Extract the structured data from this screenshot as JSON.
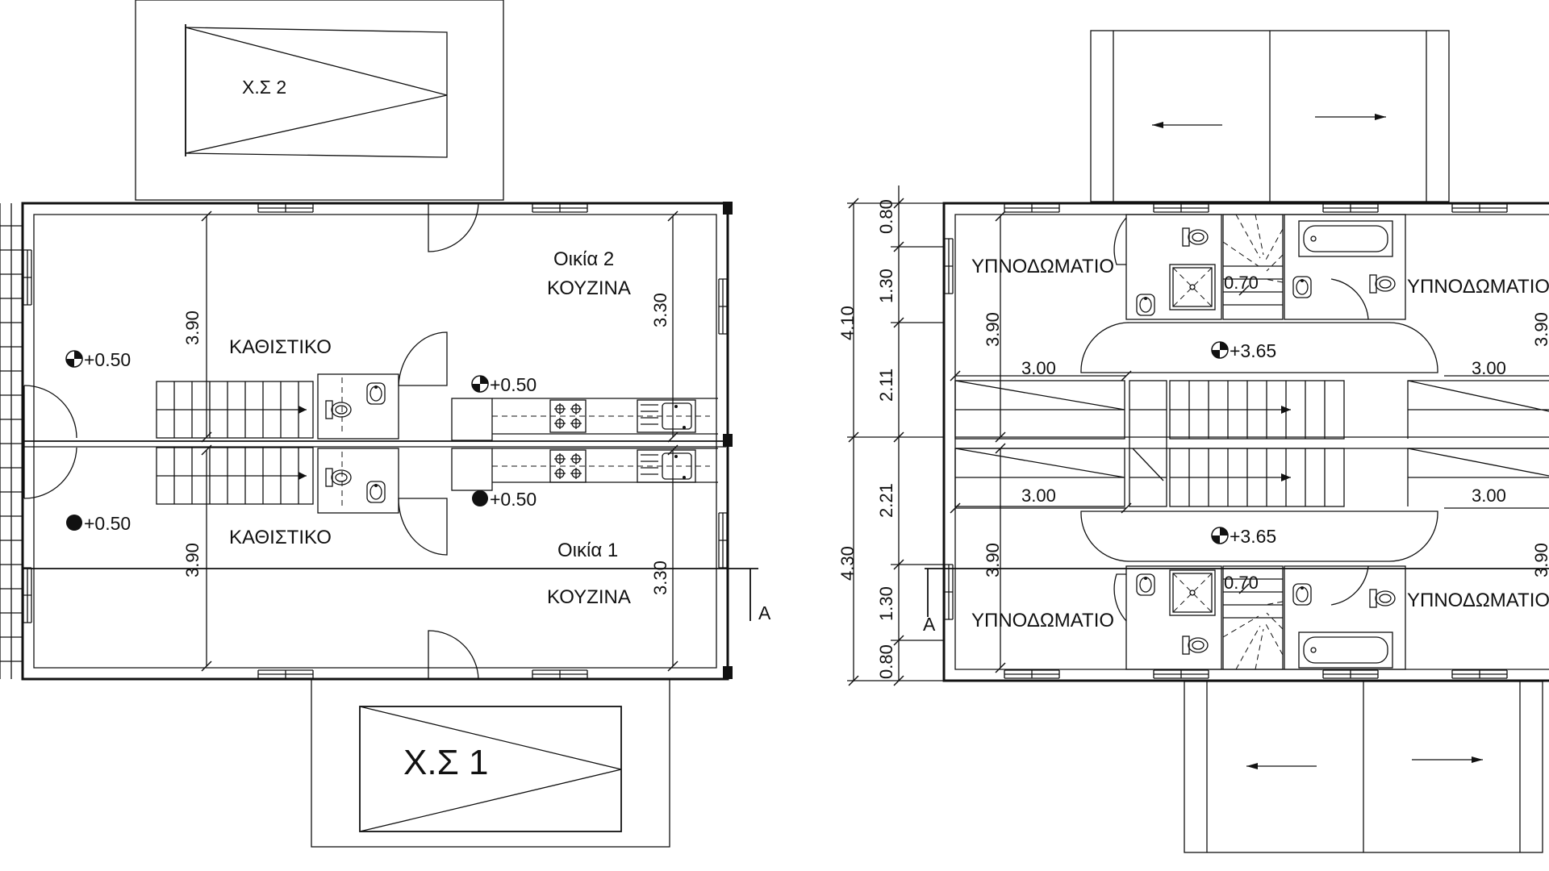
{
  "ground_floor": {
    "parking_labels": [
      "Χ.Σ 2",
      "Χ.Σ 1"
    ],
    "houses": [
      "Οικία 2",
      "Οικία 1"
    ],
    "rooms": {
      "kitchen": "ΚΟΥΖΙΝΑ",
      "living": "ΚΑΘΙΣΤΙΚΟ"
    },
    "levels": [
      "+0.50",
      "+0.50",
      "+0.50",
      "+0.50"
    ],
    "dims": [
      "3.90",
      "3.30",
      "3.90",
      "3.30"
    ],
    "section": "A"
  },
  "first_floor": {
    "rooms": {
      "bedroom": "ΥΠΝΟΔΩΜΑΤΙΟ",
      "bedroom_cut": "ΥΠΝΟΔΩΜΑΤΙΟ"
    },
    "levels": [
      "+3.65",
      "+3.65"
    ],
    "vertical_dims": [
      "0.80",
      "1.30",
      "2.11",
      "2.21",
      "1.30",
      "0.80"
    ],
    "overall_dims": [
      "4.10",
      "4.30"
    ],
    "room_dims": [
      "3.90",
      "3.90",
      "3.00",
      "3.00",
      "3.00",
      "3.00",
      "0.70",
      "0.70",
      "3.90",
      "3.90"
    ],
    "section": "A"
  },
  "colors": {
    "line": "#111111",
    "background": "#ffffff"
  },
  "icons": [
    "level-mark-icon",
    "door-swing-icon",
    "stair-arrow-icon",
    "toilet-icon",
    "sink-icon",
    "stove-icon",
    "shower-icon",
    "bathtub-icon"
  ]
}
